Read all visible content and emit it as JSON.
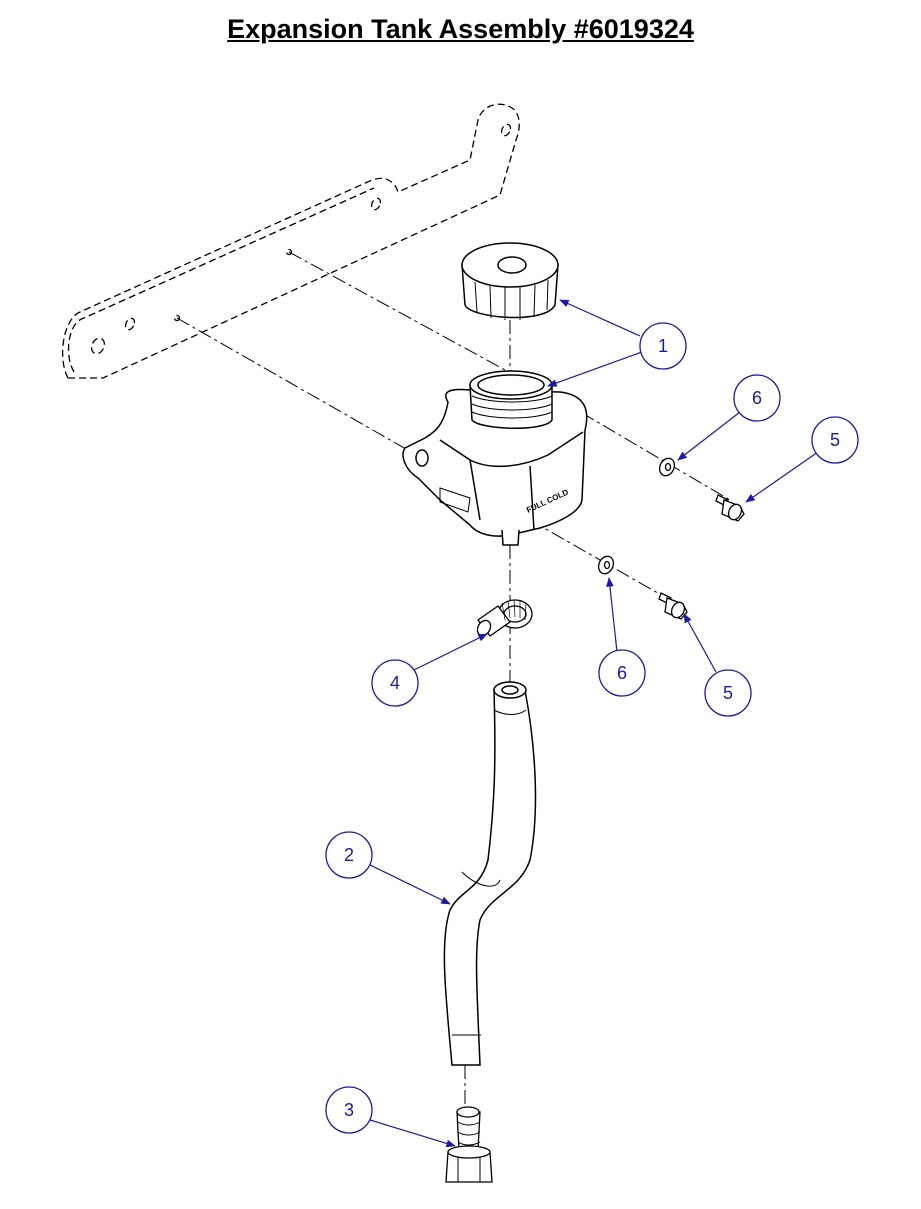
{
  "title": "Expansion Tank Assembly #6019324",
  "tank_label": "FULL COLD",
  "colors": {
    "balloon": "#1a1aa6",
    "lines": "#000000"
  },
  "callouts": [
    {
      "id": "callout-1",
      "label": "1"
    },
    {
      "id": "callout-6a",
      "label": "6"
    },
    {
      "id": "callout-5a",
      "label": "5"
    },
    {
      "id": "callout-6b",
      "label": "6"
    },
    {
      "id": "callout-5b",
      "label": "5"
    },
    {
      "id": "callout-4",
      "label": "4"
    },
    {
      "id": "callout-2",
      "label": "2"
    },
    {
      "id": "callout-3",
      "label": "3"
    }
  ]
}
